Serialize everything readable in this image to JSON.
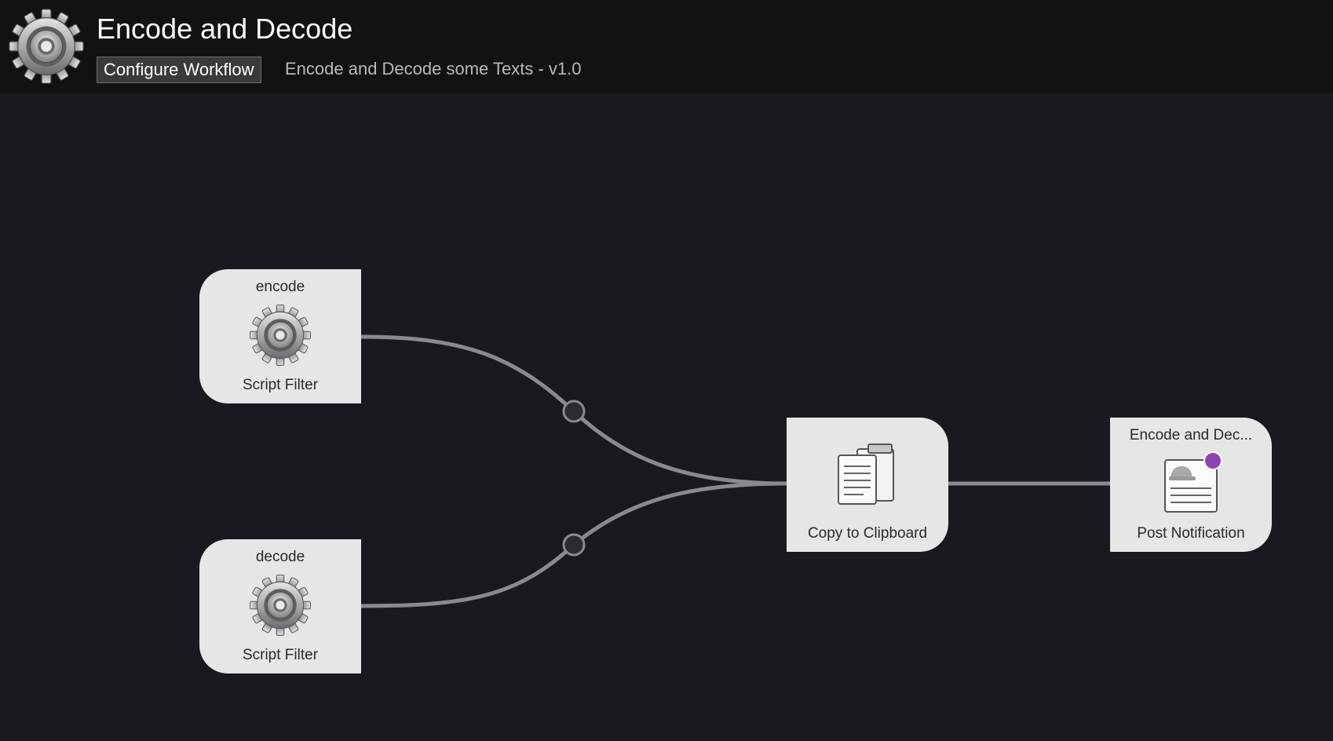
{
  "header": {
    "title": "Encode and Decode",
    "configure_label": "Configure Workflow",
    "subtitle": "Encode and Decode some Texts - v1.0"
  },
  "nodes": {
    "encode": {
      "title": "encode",
      "type": "Script Filter",
      "icon": "gear-icon"
    },
    "decode": {
      "title": "decode",
      "type": "Script Filter",
      "icon": "gear-icon"
    },
    "clipboard": {
      "title": "",
      "type": "Copy to Clipboard",
      "icon": "clipboard-icon"
    },
    "notification": {
      "title": "Encode and Dec...",
      "type": "Post Notification",
      "icon": "notification-icon"
    }
  },
  "colors": {
    "background": "#1a191f",
    "header": "#121114",
    "node": "#e6e6e6",
    "wire": "#8a898e",
    "notification_badge": "#8e44ad"
  }
}
